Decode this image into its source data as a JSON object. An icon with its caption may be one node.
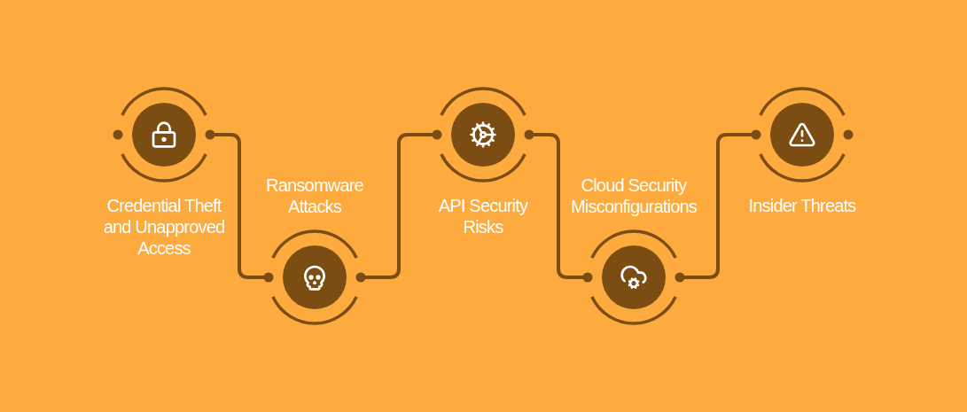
{
  "diagram": {
    "nodes": [
      {
        "text": [
          "Credential Theft and Unapproved Access"
        ]
      },
      {
        "text": [
          "Ransomware Attacks"
        ]
      },
      {
        "text": [
          "API Security Risks"
        ]
      },
      {
        "text": [
          "Cloud Security Misconfigurations"
        ]
      },
      {
        "text": [
          "Insider Threats"
        ]
      }
    ],
    "edges": [
      {
        "from": 0,
        "to": 1,
        "arrow": "none"
      },
      {
        "from": 1,
        "to": 2,
        "arrow": "none"
      },
      {
        "from": 2,
        "to": 3,
        "arrow": "none"
      },
      {
        "from": 3,
        "to": 4,
        "arrow": "none"
      }
    ]
  }
}
